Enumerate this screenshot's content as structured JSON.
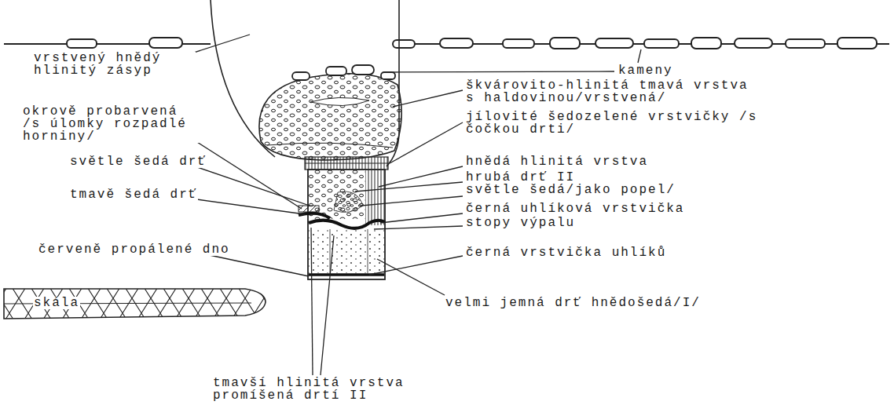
{
  "diagram": {
    "labels": [
      "vrstvený hnědý hlinitý zásyp",
      "kameny",
      "škvárovito-hlinitá tmavá vrstva s haldovinou/vrstvená/",
      "jílovité šedozelené vrstvičky /s čočkou drti/",
      "okrově probarvená /s úlomky rozpadlé horniny/",
      "hnědá hlinitá vrstva",
      "světle šedá drť",
      "hrubá drť II",
      "světle šedá/jako popel/",
      "tmavě šedá drť",
      "černá uhlíková vrstvička",
      "stopy výpalu",
      "červeně propálené dno",
      "černá vrstvička uhlíků",
      "skála",
      "velmi jemná drť hnědošedá/I/",
      "tmavší hlinitá vrstva promíšená drtí II"
    ]
  }
}
